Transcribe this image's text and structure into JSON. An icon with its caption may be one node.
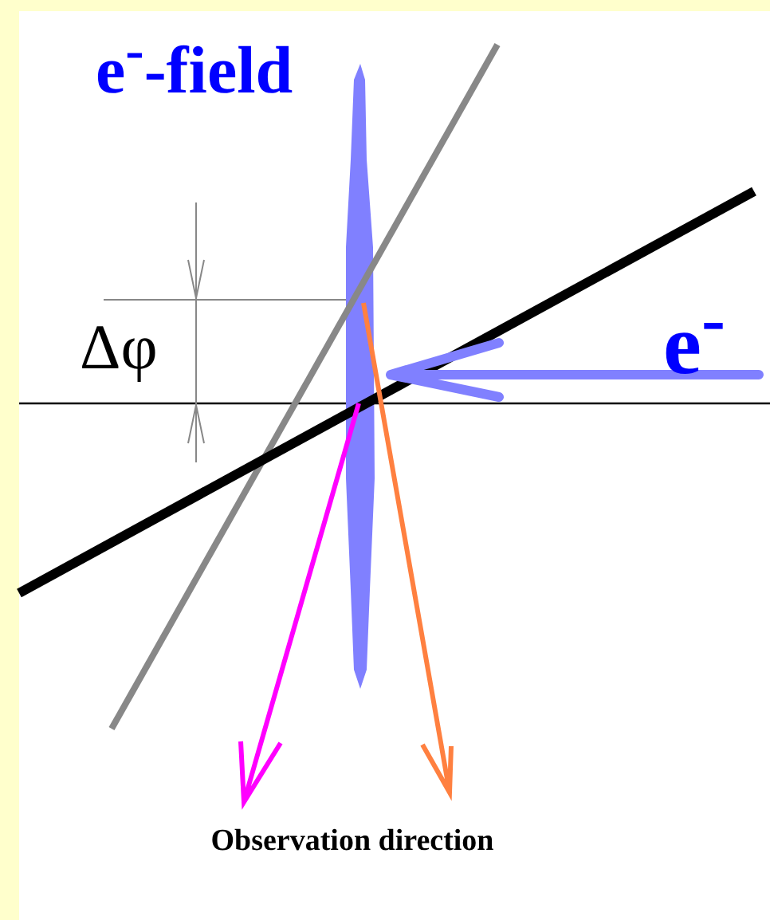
{
  "diagram": {
    "labels": [
      "e$^{-}$-field",
      "Δφ",
      "e$^{-}$",
      "Observation direction"
    ]
  }
}
